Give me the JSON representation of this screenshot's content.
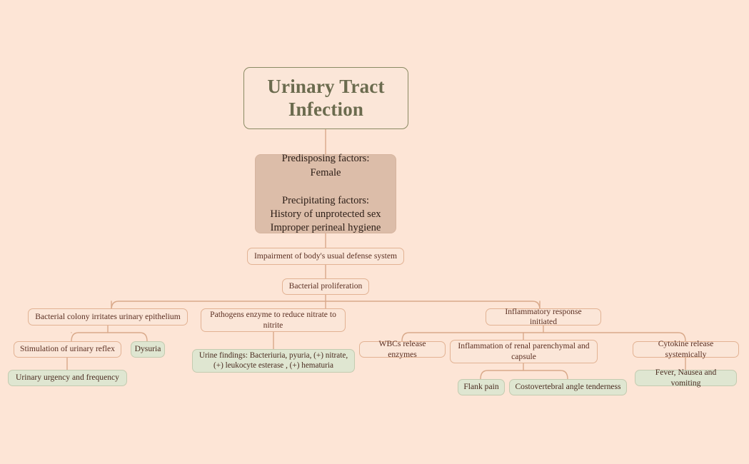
{
  "diagram": {
    "title": "Urinary Tract Infection",
    "background_color": "#fde5d6",
    "edge_color": "#d9a98a",
    "root": {
      "label": "Urinary Tract\nInfection",
      "border_color": "#8a8a63",
      "text_color": "#6b6b4e"
    },
    "nodes": [
      {
        "id": "factors",
        "label": "Predisposing factors:\nFemale\n\nPrecipitating factors:\nHistory of unprotected sex\nImproper perineal hygiene",
        "style": "factors",
        "fill": "#dcbda9"
      },
      {
        "id": "impairment",
        "label": "Impairment of body's usual defense system",
        "style": "plain"
      },
      {
        "id": "proliferation",
        "label": "Bacterial proliferation",
        "style": "plain"
      },
      {
        "id": "colony",
        "label": "Bacterial colony irritates urinary epithelium",
        "style": "plain"
      },
      {
        "id": "pathogens",
        "label": "Pathogens  enzyme to reduce nitrate to nitrite",
        "style": "plain"
      },
      {
        "id": "inflammatory",
        "label": "Inflammatory response initiated",
        "style": "plain"
      },
      {
        "id": "stimulation",
        "label": "Stimulation of urinary reflex",
        "style": "plain"
      },
      {
        "id": "dysuria",
        "label": "Dysuria",
        "style": "green",
        "fill": "#dfe6d1"
      },
      {
        "id": "urgency",
        "label": "Urinary urgency and frequency",
        "style": "green",
        "fill": "#dfe6d1"
      },
      {
        "id": "urine-findings",
        "label": "Urine findings:  Bacteriuria, pyuria, (+) nitrate, (+) leukocyte esterase , (+) hematuria",
        "style": "green",
        "fill": "#dfe6d1"
      },
      {
        "id": "wbcs",
        "label": "WBCs release enzymes",
        "style": "plain"
      },
      {
        "id": "renal",
        "label": "Inflammation of renal parenchymal and capsule",
        "style": "plain"
      },
      {
        "id": "cytokine",
        "label": "Cytokine release systemically",
        "style": "plain"
      },
      {
        "id": "flank",
        "label": "Flank pain",
        "style": "green",
        "fill": "#dfe6d1"
      },
      {
        "id": "cva",
        "label": "Costovertebral angle tenderness",
        "style": "green",
        "fill": "#dfe6d1"
      },
      {
        "id": "fever",
        "label": "Fever, Nausea and vomiting",
        "style": "green",
        "fill": "#dfe6d1"
      }
    ]
  }
}
